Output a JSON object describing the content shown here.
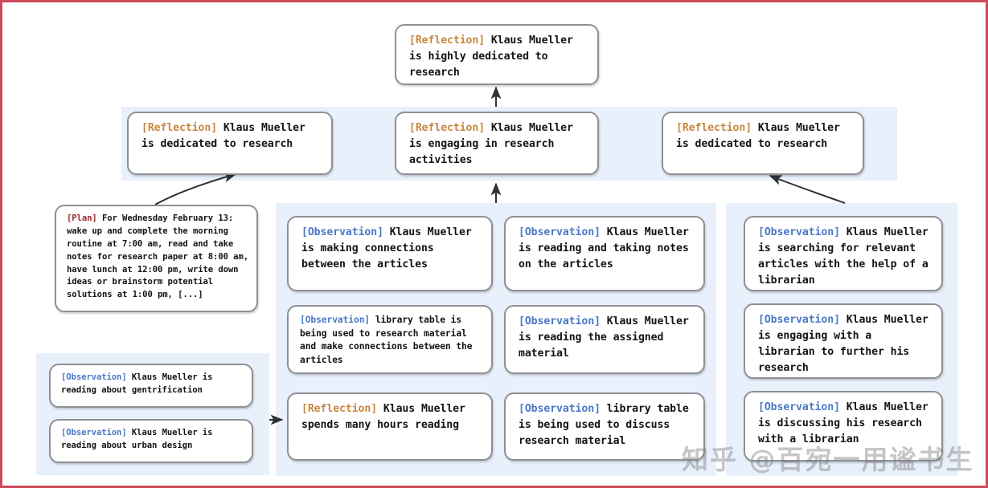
{
  "meta": {
    "border_color": "#cf4b5c",
    "panel_color": "#e8f0fb",
    "node_border_color": "#8e9094",
    "tag_colors": {
      "reflection": "#c8873f",
      "observation": "#4a78c8",
      "plan": "#9c2a2a"
    },
    "watermark": "知乎 @百宛一用谧书生"
  },
  "tags": {
    "reflection": "[Reflection]",
    "observation": "[Observation]",
    "plan": "[Plan]"
  },
  "top": {
    "root": {
      "tag": "[Reflection]",
      "text": " Klaus Mueller is highly dedicated to research"
    }
  },
  "reflections": [
    {
      "tag": "[Reflection]",
      "text": " Klaus Mueller is dedicated to research"
    },
    {
      "tag": "[Reflection]",
      "text": " Klaus Mueller is engaging in research activities"
    },
    {
      "tag": "[Reflection]",
      "text": " Klaus Mueller is dedicated to research"
    }
  ],
  "left_column": {
    "plan": {
      "tag": "[Plan]",
      "text": " For Wednesday February 13: wake up and complete the morning routine at 7:00 am, read and take notes for research paper at 8:00 am, have lunch at 12:00 pm, write down ideas or brainstorm potential solutions at 1:00 pm, [...]"
    },
    "observations": [
      {
        "tag": "[Observation]",
        "text": " Klaus Mueller is reading about gentrification"
      },
      {
        "tag": "[Observation]",
        "text": " Klaus Mueller is reading about urban design"
      }
    ]
  },
  "middle_column": [
    {
      "tag": "[Observation]",
      "text": " Klaus Mueller is making connections between the articles"
    },
    {
      "tag": "[Observation]",
      "text": " library table is being used to research material and make connections between the articles"
    },
    {
      "tag": "[Reflection]",
      "text": " Klaus Mueller spends many hours reading"
    }
  ],
  "center_column": [
    {
      "tag": "[Observation]",
      "text": " Klaus Mueller is reading and taking notes on the articles"
    },
    {
      "tag": "[Observation]",
      "text": " Klaus Mueller is reading the assigned material"
    },
    {
      "tag": "[Observation]",
      "text": " library table is being used to discuss research material"
    }
  ],
  "right_column": [
    {
      "tag": "[Observation]",
      "text": " Klaus Mueller is searching for relevant articles with the help of a librarian"
    },
    {
      "tag": "[Observation]",
      "text": " Klaus Mueller is engaging with a librarian to further his research"
    },
    {
      "tag": "[Observation]",
      "text": " Klaus Mueller is discussing his research with a librarian"
    }
  ]
}
